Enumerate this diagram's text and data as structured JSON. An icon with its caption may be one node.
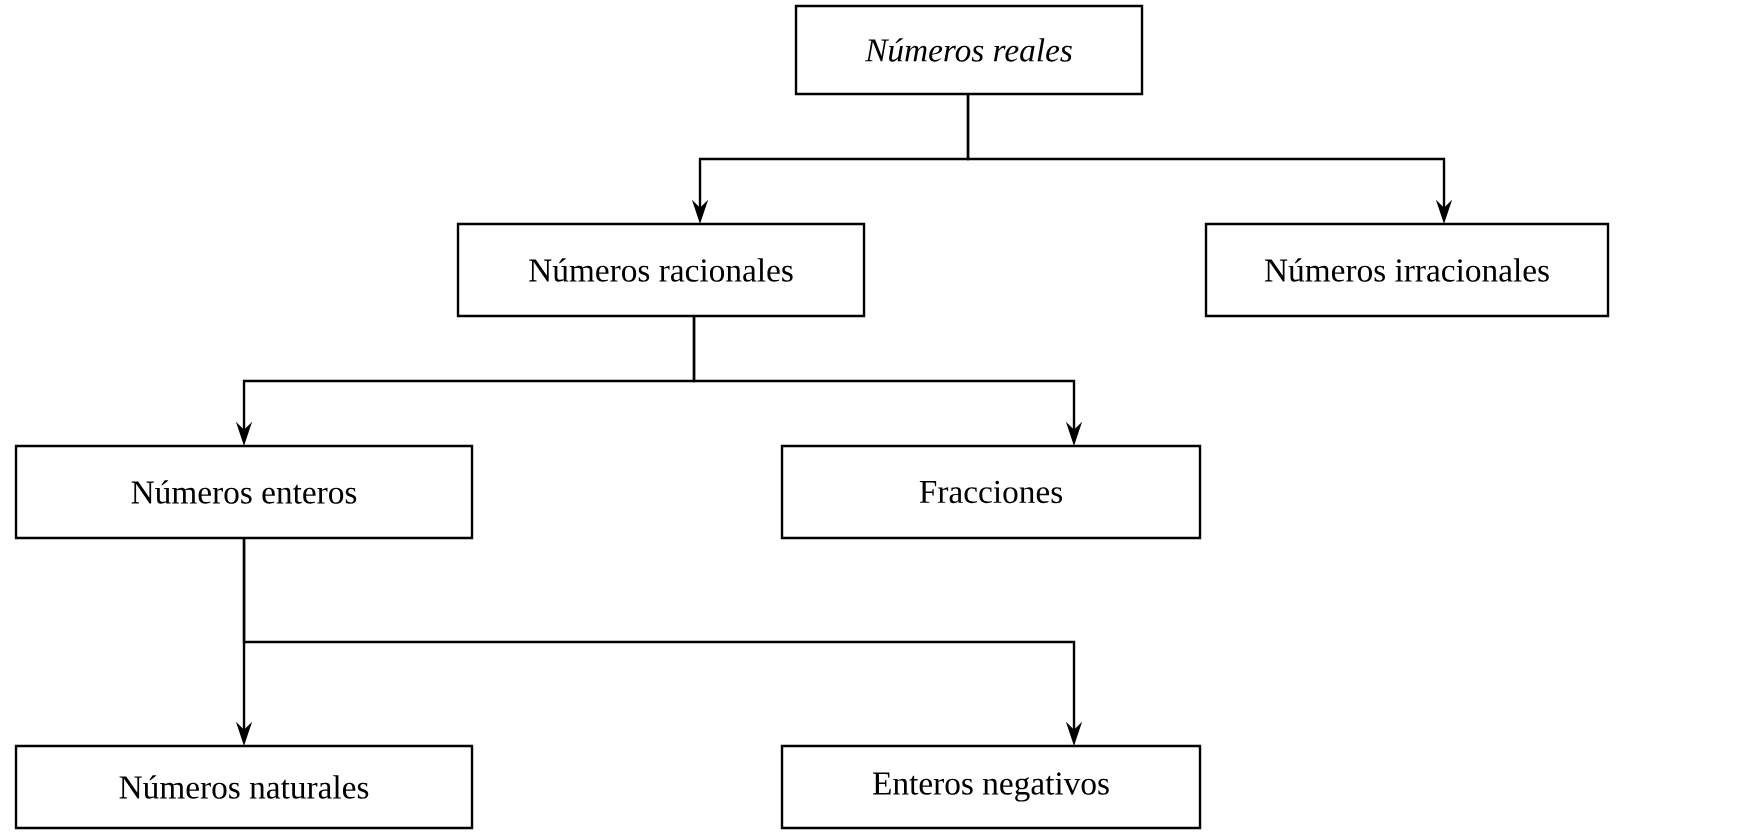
{
  "diagram": {
    "nodes": [
      {
        "text": [
          "Números reales"
        ]
      },
      {
        "text": [
          "Números racionales"
        ]
      },
      {
        "text": [
          "Números irracionales"
        ]
      },
      {
        "text": [
          "Números enteros"
        ]
      },
      {
        "text": [
          "Fracciones"
        ]
      },
      {
        "text": [
          "Números naturales"
        ]
      },
      {
        "text": [
          "Enteros negativos"
        ]
      }
    ],
    "edges": [
      {
        "from": 0,
        "to": 1,
        "arrow": "to"
      },
      {
        "from": 0,
        "to": 2,
        "arrow": "to"
      },
      {
        "from": 1,
        "to": 3,
        "arrow": "to"
      },
      {
        "from": 1,
        "to": 4,
        "arrow": "to"
      },
      {
        "from": 3,
        "to": 5,
        "arrow": "to"
      },
      {
        "from": 3,
        "to": 6,
        "arrow": "to"
      }
    ]
  }
}
